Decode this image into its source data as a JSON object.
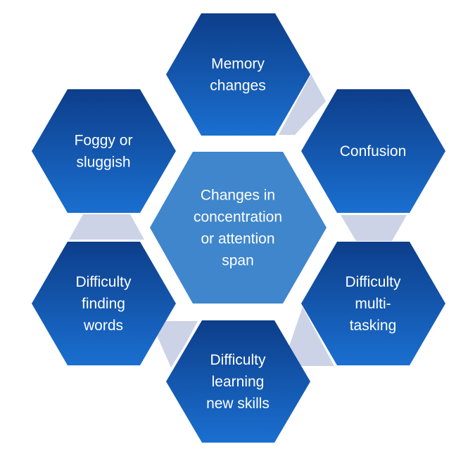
{
  "center": {
    "lines": [
      "Changes in",
      "concentration",
      "or attention",
      "span"
    ]
  },
  "outer": [
    {
      "id": "memory",
      "lines": [
        "Memory",
        "changes"
      ]
    },
    {
      "id": "confusion",
      "lines": [
        "Confusion"
      ]
    },
    {
      "id": "multitasking",
      "lines": [
        "Difficulty",
        "multi-",
        "tasking"
      ]
    },
    {
      "id": "learning",
      "lines": [
        "Difficulty",
        "learning",
        "new skills"
      ]
    },
    {
      "id": "finding-words",
      "lines": [
        "Difficulty",
        "finding",
        "words"
      ]
    },
    {
      "id": "foggy",
      "lines": [
        "Foggy or",
        "sluggish"
      ]
    }
  ],
  "colors": {
    "outer_top": "#0d3e8a",
    "outer_bottom": "#1a6fd0",
    "center": "#3f86cc",
    "connector": "#cdd3e6"
  }
}
